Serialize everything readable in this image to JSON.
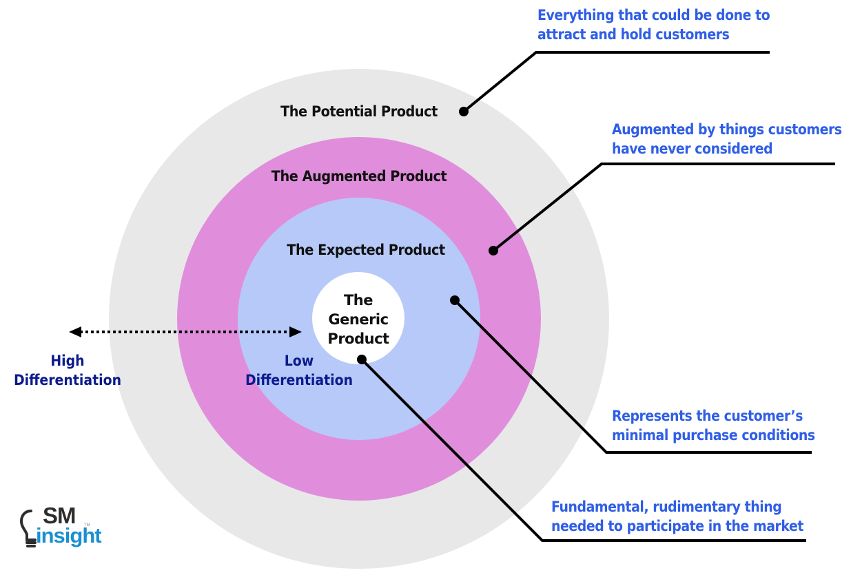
{
  "diagram": {
    "title": "Product Levels Model",
    "colors": {
      "potential": "#e8e8e8",
      "augmented": "#e08edc",
      "expected": "#b7c9f9",
      "generic": "#ffffff",
      "annotation_text": "#2f5ee6",
      "differentiation_text": "#0b1a8c",
      "lines": "#000000"
    },
    "rings": [
      {
        "id": "potential",
        "label": "The Potential Product"
      },
      {
        "id": "augmented",
        "label": "The Augmented Product"
      },
      {
        "id": "expected",
        "label": "The Expected Product"
      },
      {
        "id": "generic",
        "label_lines": [
          "The",
          "Generic",
          "Product"
        ]
      }
    ],
    "annotations": [
      {
        "ring": "potential",
        "lines": [
          "Everything that could be done to",
          "attract and hold customers"
        ]
      },
      {
        "ring": "augmented",
        "lines": [
          "Augmented by things customers",
          "have never considered"
        ]
      },
      {
        "ring": "expected",
        "lines": [
          "Represents the customer’s",
          "minimal purchase conditions"
        ]
      },
      {
        "ring": "generic",
        "lines": [
          "Fundamental, rudimentary thing",
          "needed to participate in the market"
        ]
      }
    ],
    "differentiation": {
      "high": [
        "High",
        "Differentiation"
      ],
      "low": [
        "Low",
        "Differentiation"
      ]
    }
  },
  "logo": {
    "top": "SM",
    "bottom": "insight",
    "tm": "TM"
  }
}
